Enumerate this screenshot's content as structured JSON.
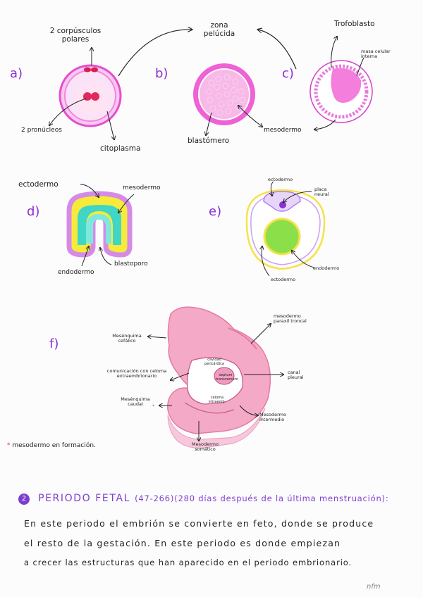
{
  "labels": {
    "a_corpusculos": "2 corpúsculos polares",
    "a_pronucleos": "2 pronúcleos",
    "a_citoplasma": "citoplasma",
    "zona_pelucida": "zona pelúcida",
    "b_blastomero": "blastómero",
    "c_trofoblasto": "Trofoblasto",
    "c_masa_celular": "masa celular interna",
    "c_mesodermo": "mesodermo",
    "d_ectodermo": "ectodermo",
    "d_mesodermo": "mesodermo",
    "d_endodermo": "endodermo",
    "d_blastoporo": "blastoporo",
    "e_ectodermo_top": "ectodermo",
    "e_placa_neural": "placa neural",
    "e_ectodermo_bottom": "ectodermo",
    "e_endodermo": "endodermo",
    "f_mesenquima_cefalico": "Mesénquima cefálico",
    "f_comunicacion": "comunicación con celoma extraembrionario",
    "f_mesenquima_caudal": "Mesénquima caudal",
    "f_mesodermo_somatico": "Mesodermo somático",
    "f_mesodermo_paraxil": "mesodermo paraxil troncal",
    "f_canal_pleural": "canal pleural",
    "f_mesodermo_intermedio": "Mesodermo intermedio",
    "f_cavidad_pericardica": "cavidad pericárdica",
    "f_septum": "septum transversum",
    "f_celoma": "celoma intraemb.",
    "legend_note": "mesodermo en formación."
  },
  "stage_letters": {
    "a": "a)",
    "b": "b)",
    "c": "c)",
    "d": "d)",
    "e": "e)",
    "f": "f)"
  },
  "legend_marker": "*",
  "section": {
    "number": "2",
    "title": "PERIODO FETAL",
    "subtitle": "(47-266)(280 días después de la última menstruación):",
    "lines": [
      "En este periodo el embrión se convierte en feto, donde se produce",
      "el resto de la gestación. En este periodo es donde empiezan",
      "a crecer las estructuras que han aparecido en el periodo embrionario."
    ]
  },
  "signature": "nfm",
  "colors": {
    "pink": "#f06bd9",
    "light_pink": "#f9c8ee",
    "purple": "#8a2fd0",
    "yellow": "#f6ea3a",
    "teal": "#3fd6c6",
    "green": "#8be04a",
    "embryo_pink": "#f4a9c6",
    "red": "#d62050"
  }
}
